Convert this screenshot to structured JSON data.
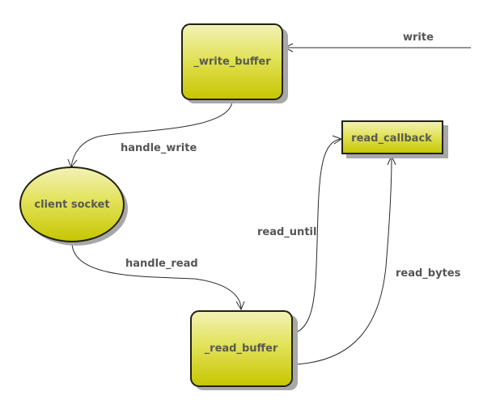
{
  "diagram": {
    "type": "state-flow",
    "colors": {
      "node_fill_top": "#f2f2b0",
      "node_fill_bottom": "#c8c800",
      "node_border": "#222211",
      "shadow": "#a8a8a8",
      "label_text": "#5a5a4e",
      "edge": "#2a2a2a"
    },
    "nodes": [
      {
        "id": "write_buffer",
        "label": "_write_buffer",
        "shape": "rounded-rect"
      },
      {
        "id": "read_callback",
        "label": "read_callback",
        "shape": "rect"
      },
      {
        "id": "client_socket",
        "label": "client socket",
        "shape": "ellipse"
      },
      {
        "id": "read_buffer",
        "label": "_read_buffer",
        "shape": "rounded-rect"
      }
    ],
    "edges": [
      {
        "id": "write",
        "label": "write",
        "from": "external",
        "to": "write_buffer"
      },
      {
        "id": "handle_write",
        "label": "handle_write",
        "from": "write_buffer",
        "to": "client_socket"
      },
      {
        "id": "handle_read",
        "label": "handle_read",
        "from": "client_socket",
        "to": "read_buffer"
      },
      {
        "id": "read_until",
        "label": "read_until",
        "from": "read_buffer",
        "to": "read_callback"
      },
      {
        "id": "read_bytes",
        "label": "read_bytes",
        "from": "read_buffer",
        "to": "read_callback"
      }
    ]
  }
}
